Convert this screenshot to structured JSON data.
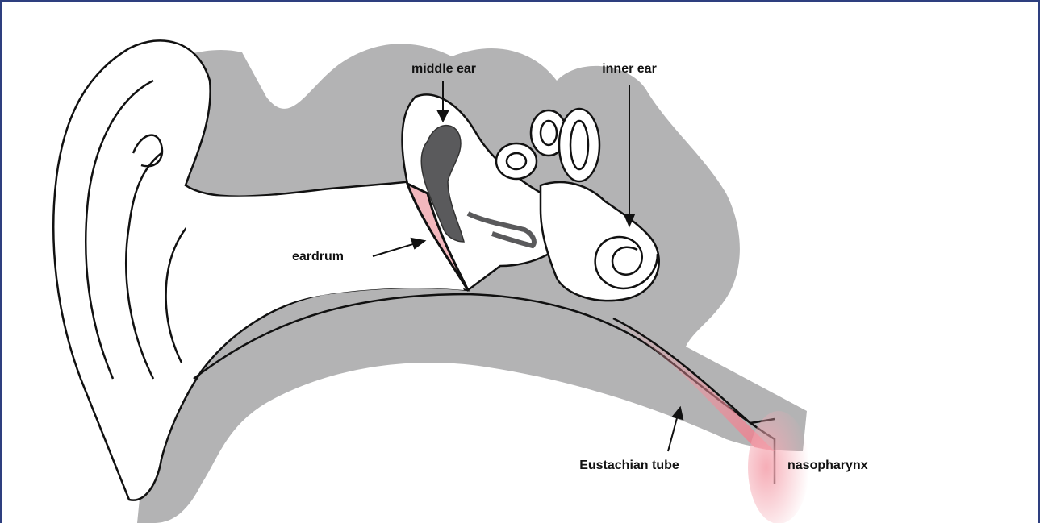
{
  "labels": {
    "middle_ear": "middle ear",
    "inner_ear": "inner ear",
    "eardrum": "eardrum",
    "eustachian_tube": "Eustachian tube",
    "nasopharynx": "nasopharynx"
  },
  "colors": {
    "frame": "#2e3f7f",
    "tissue": "#b3b3b4",
    "ossicles": "#5a5a5c",
    "eardrum": "#f2b7bd",
    "nasopharynx_tint": "#f5a9b3",
    "outline": "#111111"
  }
}
